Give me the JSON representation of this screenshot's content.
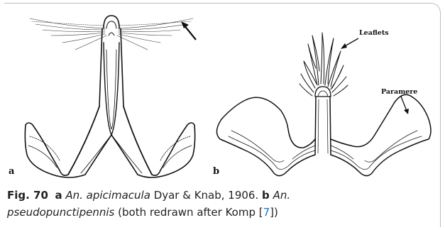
{
  "figure": {
    "panel_a_label": "a",
    "panel_b_label": "b",
    "annotation_leaflets": "Leaflets",
    "annotation_paramere": "Paramere"
  },
  "caption": {
    "figure_number": "Fig. 70",
    "part_a_letter": "a",
    "part_a_species": "An. apicimacula",
    "part_a_authority": "Dyar & Knab, 1906.",
    "part_b_letter": "b",
    "part_b_species_line1": "An.",
    "part_b_species_line2": "pseudopunctipennis",
    "part_b_note_prefix": "(both redrawn after Komp [",
    "part_b_ref_number": "7",
    "part_b_note_suffix": "])"
  },
  "colors": {
    "ink": "#111111",
    "caption_text": "#231f20",
    "reference_link": "#2a6ebb",
    "frame": "#bdbdbd"
  }
}
